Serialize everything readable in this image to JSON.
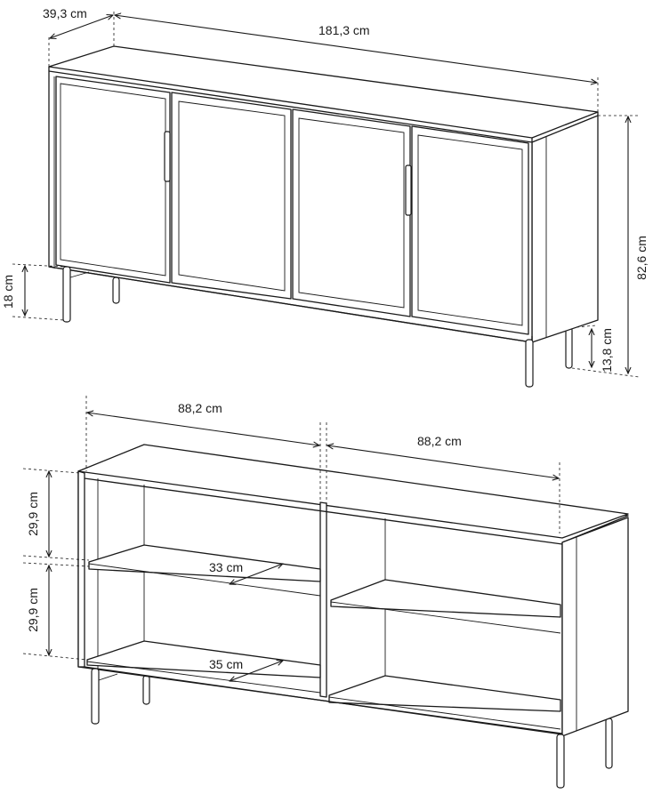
{
  "labels": {
    "depth": "39,3 cm",
    "width": "181,3 cm",
    "height": "82,6 cm",
    "leg_left": "18 cm",
    "leg_right": "13,8 cm",
    "half_left": "88,2 cm",
    "half_right": "88,2 cm",
    "shelf_top": "29,9 cm",
    "shelf_bottom": "29,9 cm",
    "shelf_depth_upper": "33 cm",
    "shelf_depth_lower": "35 cm"
  }
}
